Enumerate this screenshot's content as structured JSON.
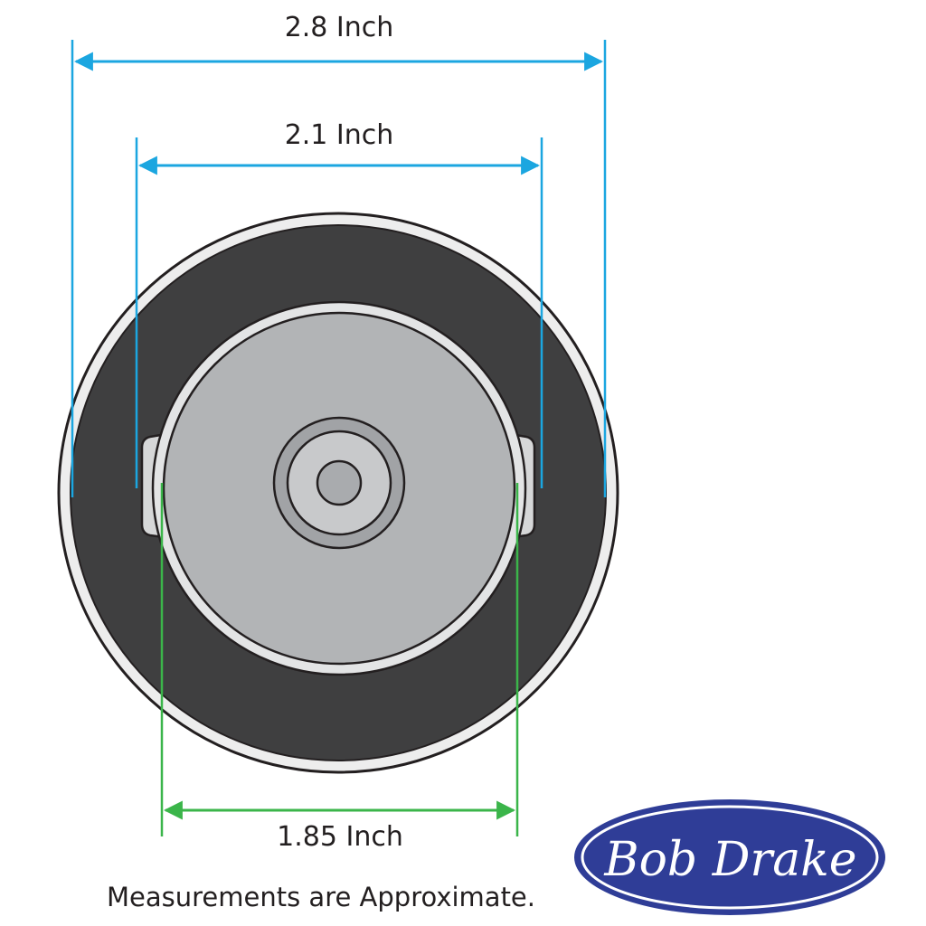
{
  "dimensions": {
    "outer_diameter": "2.8 Inch",
    "inner_width": "2.1 Inch",
    "lower_width": "1.85 Inch"
  },
  "note": "Measurements are Approximate.",
  "logo": {
    "text": "Bob Drake"
  },
  "colors": {
    "blue_dimension": "#1ba6e0",
    "green_dimension": "#3bb54a",
    "outer_ring": "#3f3f40",
    "cap_face": "#b2b4b6",
    "logo_fill": "#2f3d97"
  }
}
